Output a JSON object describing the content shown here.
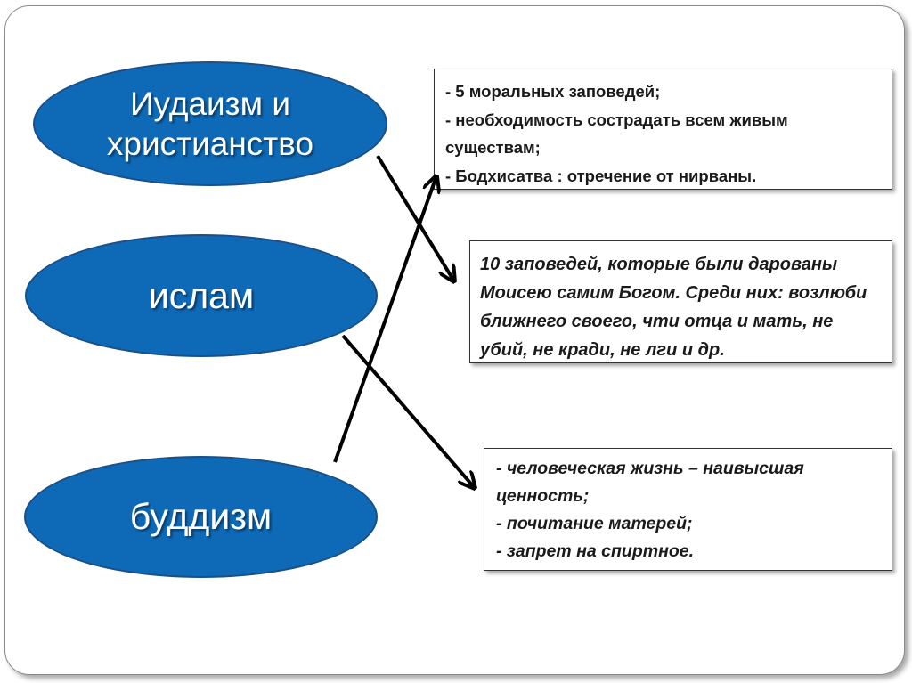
{
  "ellipses": {
    "judaism_christianity": {
      "line1": "Иудаизм и",
      "line2": "христианство"
    },
    "islam": "ислам",
    "buddhism": "буддизм"
  },
  "boxes": {
    "buddhism_box": [
      "- 5 моральных заповедей;",
      "- необходимость сострадать всем живым существам;",
      "- Бодхисатва : отречение от нирваны."
    ],
    "judaism_box": [
      "10 заповедей, которые были дарованы Моисею самим Богом. Среди них: возлюби ближнего своего, чти отца и мать, не убий, не кради, не лги  и др."
    ],
    "islam_box": [
      "- человеческая жизнь – наивысшая ценность;",
      "- почитание матерей;",
      "- запрет на спиртное."
    ]
  },
  "colors": {
    "ellipse_fill": "#0e69b7",
    "ellipse_border": "#1b4f86",
    "arrow": "#000000"
  }
}
